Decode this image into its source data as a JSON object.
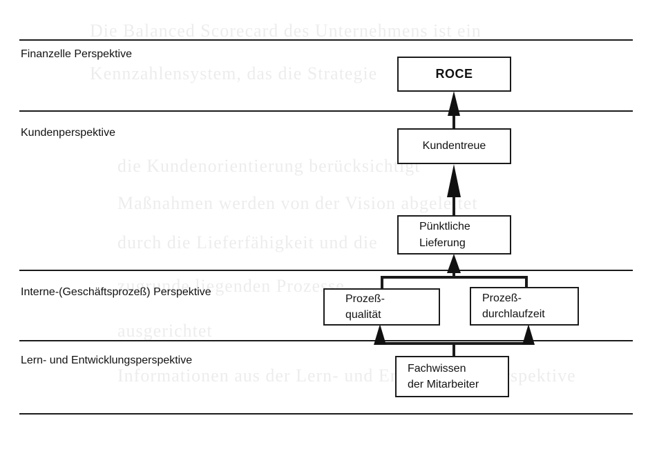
{
  "perspectives": {
    "financial": "Finanzelle Perspektive",
    "customer": "Kundenperspektive",
    "internal": "Interne-(Geschäftsprozeß) Perspektive",
    "learning": "Lern- und Entwicklungsperspektive"
  },
  "boxes": {
    "roce": "ROCE",
    "customer_loyalty": "Kundentreue",
    "on_time_delivery": [
      "Pünktliche",
      "Lieferung"
    ],
    "process_quality": [
      "Prozeß-",
      "qualität"
    ],
    "process_cycle_time": [
      "Prozeß-",
      "durchlaufzeit"
    ],
    "employee_expertise": [
      "Fachwissen",
      "der Mitarbeiter"
    ]
  },
  "bleed_through_text": [
    "Die Balanced Scorecard des Unternehmens ist ein",
    "Kennzahlensystem, das die Strategie",
    "die Kundenorientierung berücksichtigt",
    "Maßnahmen werden von der Vision abgeleitet",
    "durch die Lieferfähigkeit und die",
    "zugrunde liegenden Prozesse",
    "ausgerichtet",
    "Informationen aus der Lern- und Entwicklungsperspektive"
  ]
}
